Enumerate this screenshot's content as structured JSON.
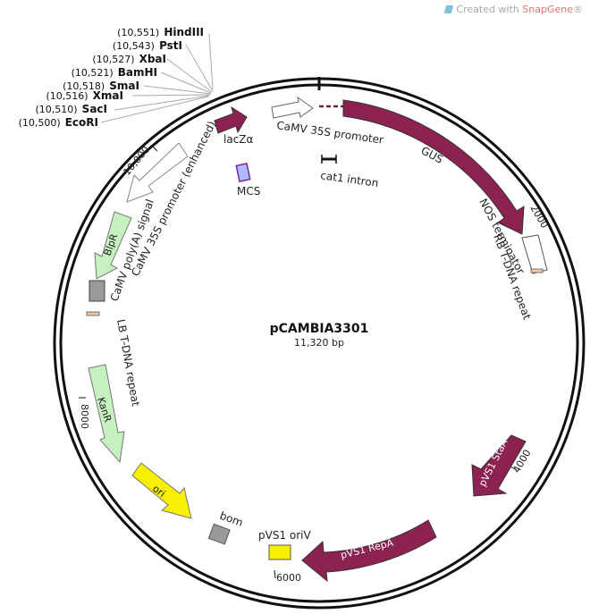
{
  "watermark": {
    "prefix": "Created with ",
    "brand": "SnapGene",
    "suffix": "®"
  },
  "plasmid": {
    "name": "pCAMBIA3301",
    "size": "11,320 bp"
  },
  "restriction_sites": [
    {
      "pos": "(10,551)",
      "name": "HindIII"
    },
    {
      "pos": "(10,543)",
      "name": "PstI"
    },
    {
      "pos": "(10,527)",
      "name": "XbaI"
    },
    {
      "pos": "(10,521)",
      "name": "BamHI"
    },
    {
      "pos": "(10,518)",
      "name": "SmaI"
    },
    {
      "pos": "(10,516)",
      "name": "XmaI"
    },
    {
      "pos": "(10,510)",
      "name": "SacI"
    },
    {
      "pos": "(10,500)",
      "name": "EcoRI"
    }
  ],
  "ticks": [
    "2000",
    "4000",
    "6000",
    "8000",
    "10,000"
  ],
  "features": {
    "camv35s_promoter": "CaMV 35S promoter",
    "gus": "GUS",
    "cat1_intron": "cat1 intron",
    "nos_terminator": "NOS terminator",
    "rb_repeat": "RB T-DNA repeat",
    "pvs1_staa": "pVS1 StaA",
    "pvs1_repa": "pVS1 RepA",
    "pvs1_oriv": "pVS1 oriV",
    "bom": "bom",
    "ori": "ori",
    "kanr": "KanR",
    "lb_repeat": "LB T-DNA repeat",
    "camv_polya": "CaMV poly(A) signal",
    "camv35s_enhanced": "CaMV 35S promoter (enhanced)",
    "blpr": "BlpR",
    "lacz": "lacZα",
    "mcs": "MCS"
  },
  "colors": {
    "maroon": "#8b2252",
    "light_green": "#c6f0c0",
    "yellow": "#f7f000",
    "gray": "#999999",
    "white": "#ffffff",
    "mcs_fill": "#b0b8ff"
  }
}
